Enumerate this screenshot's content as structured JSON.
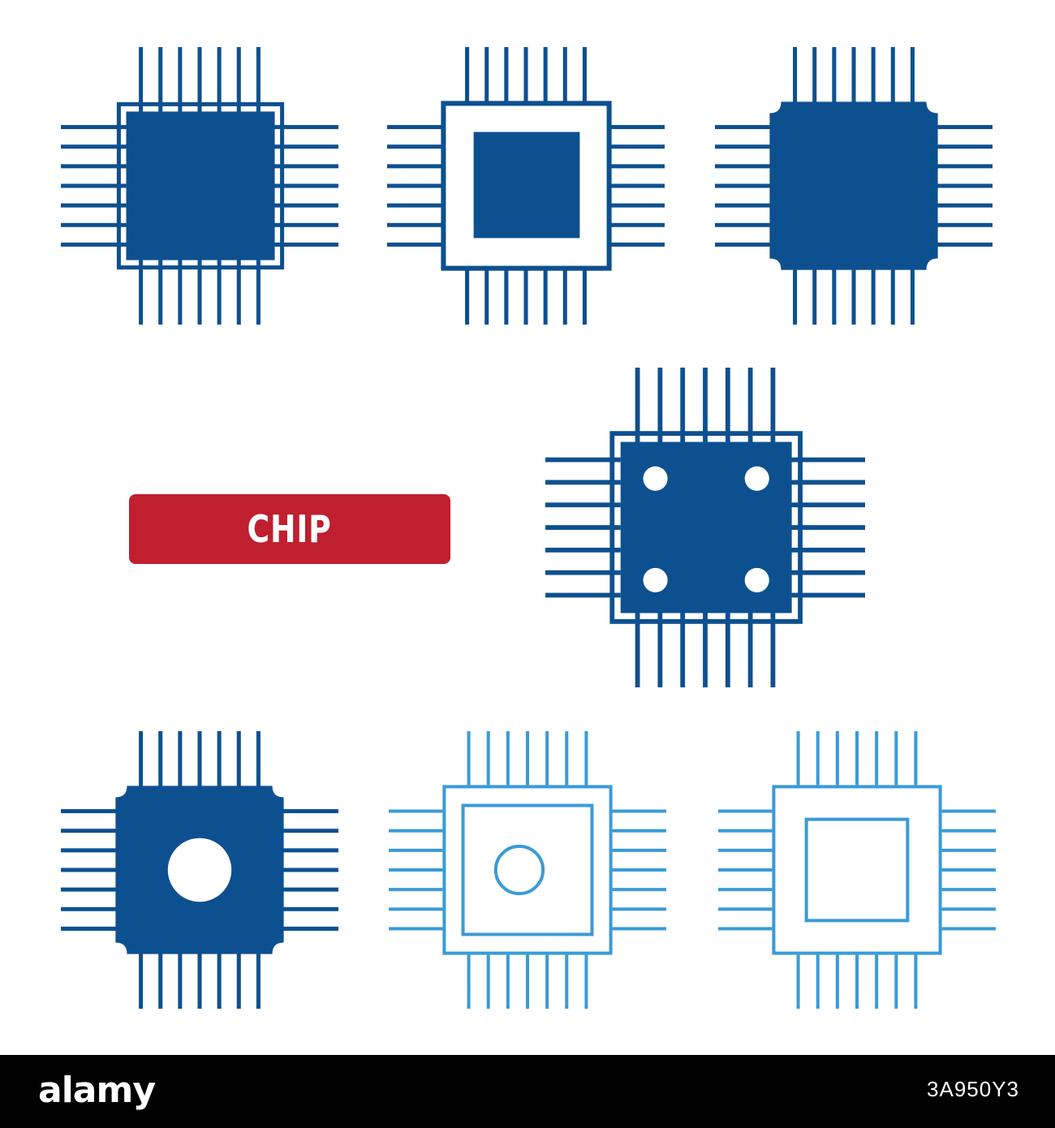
{
  "colors": {
    "dark_blue": "#0d5090",
    "light_blue": "#3a9bd8",
    "red": "#c01f2f",
    "white": "#ffffff",
    "black": "#000000"
  },
  "label": {
    "text": "CHIP"
  },
  "icons": [
    {
      "name": "chip-solid-core-icon",
      "body": "outlined-filled",
      "color": "dark_blue"
    },
    {
      "name": "chip-square-core-icon",
      "body": "outlined-inner-square",
      "color": "dark_blue"
    },
    {
      "name": "chip-notched-icon",
      "body": "notched-solid",
      "color": "dark_blue"
    },
    {
      "name": "chip-four-dots-icon",
      "body": "outlined-filled-four-dots",
      "color": "dark_blue"
    },
    {
      "name": "chip-notched-dot-icon",
      "body": "notched-solid-dot",
      "color": "dark_blue"
    },
    {
      "name": "chip-ring-outline-icon",
      "body": "outline-ring",
      "color": "light_blue"
    },
    {
      "name": "chip-square-outline-icon",
      "body": "outline-square",
      "color": "light_blue"
    }
  ],
  "footer": {
    "logo": "alamy",
    "image_id": "3A950Y3"
  }
}
